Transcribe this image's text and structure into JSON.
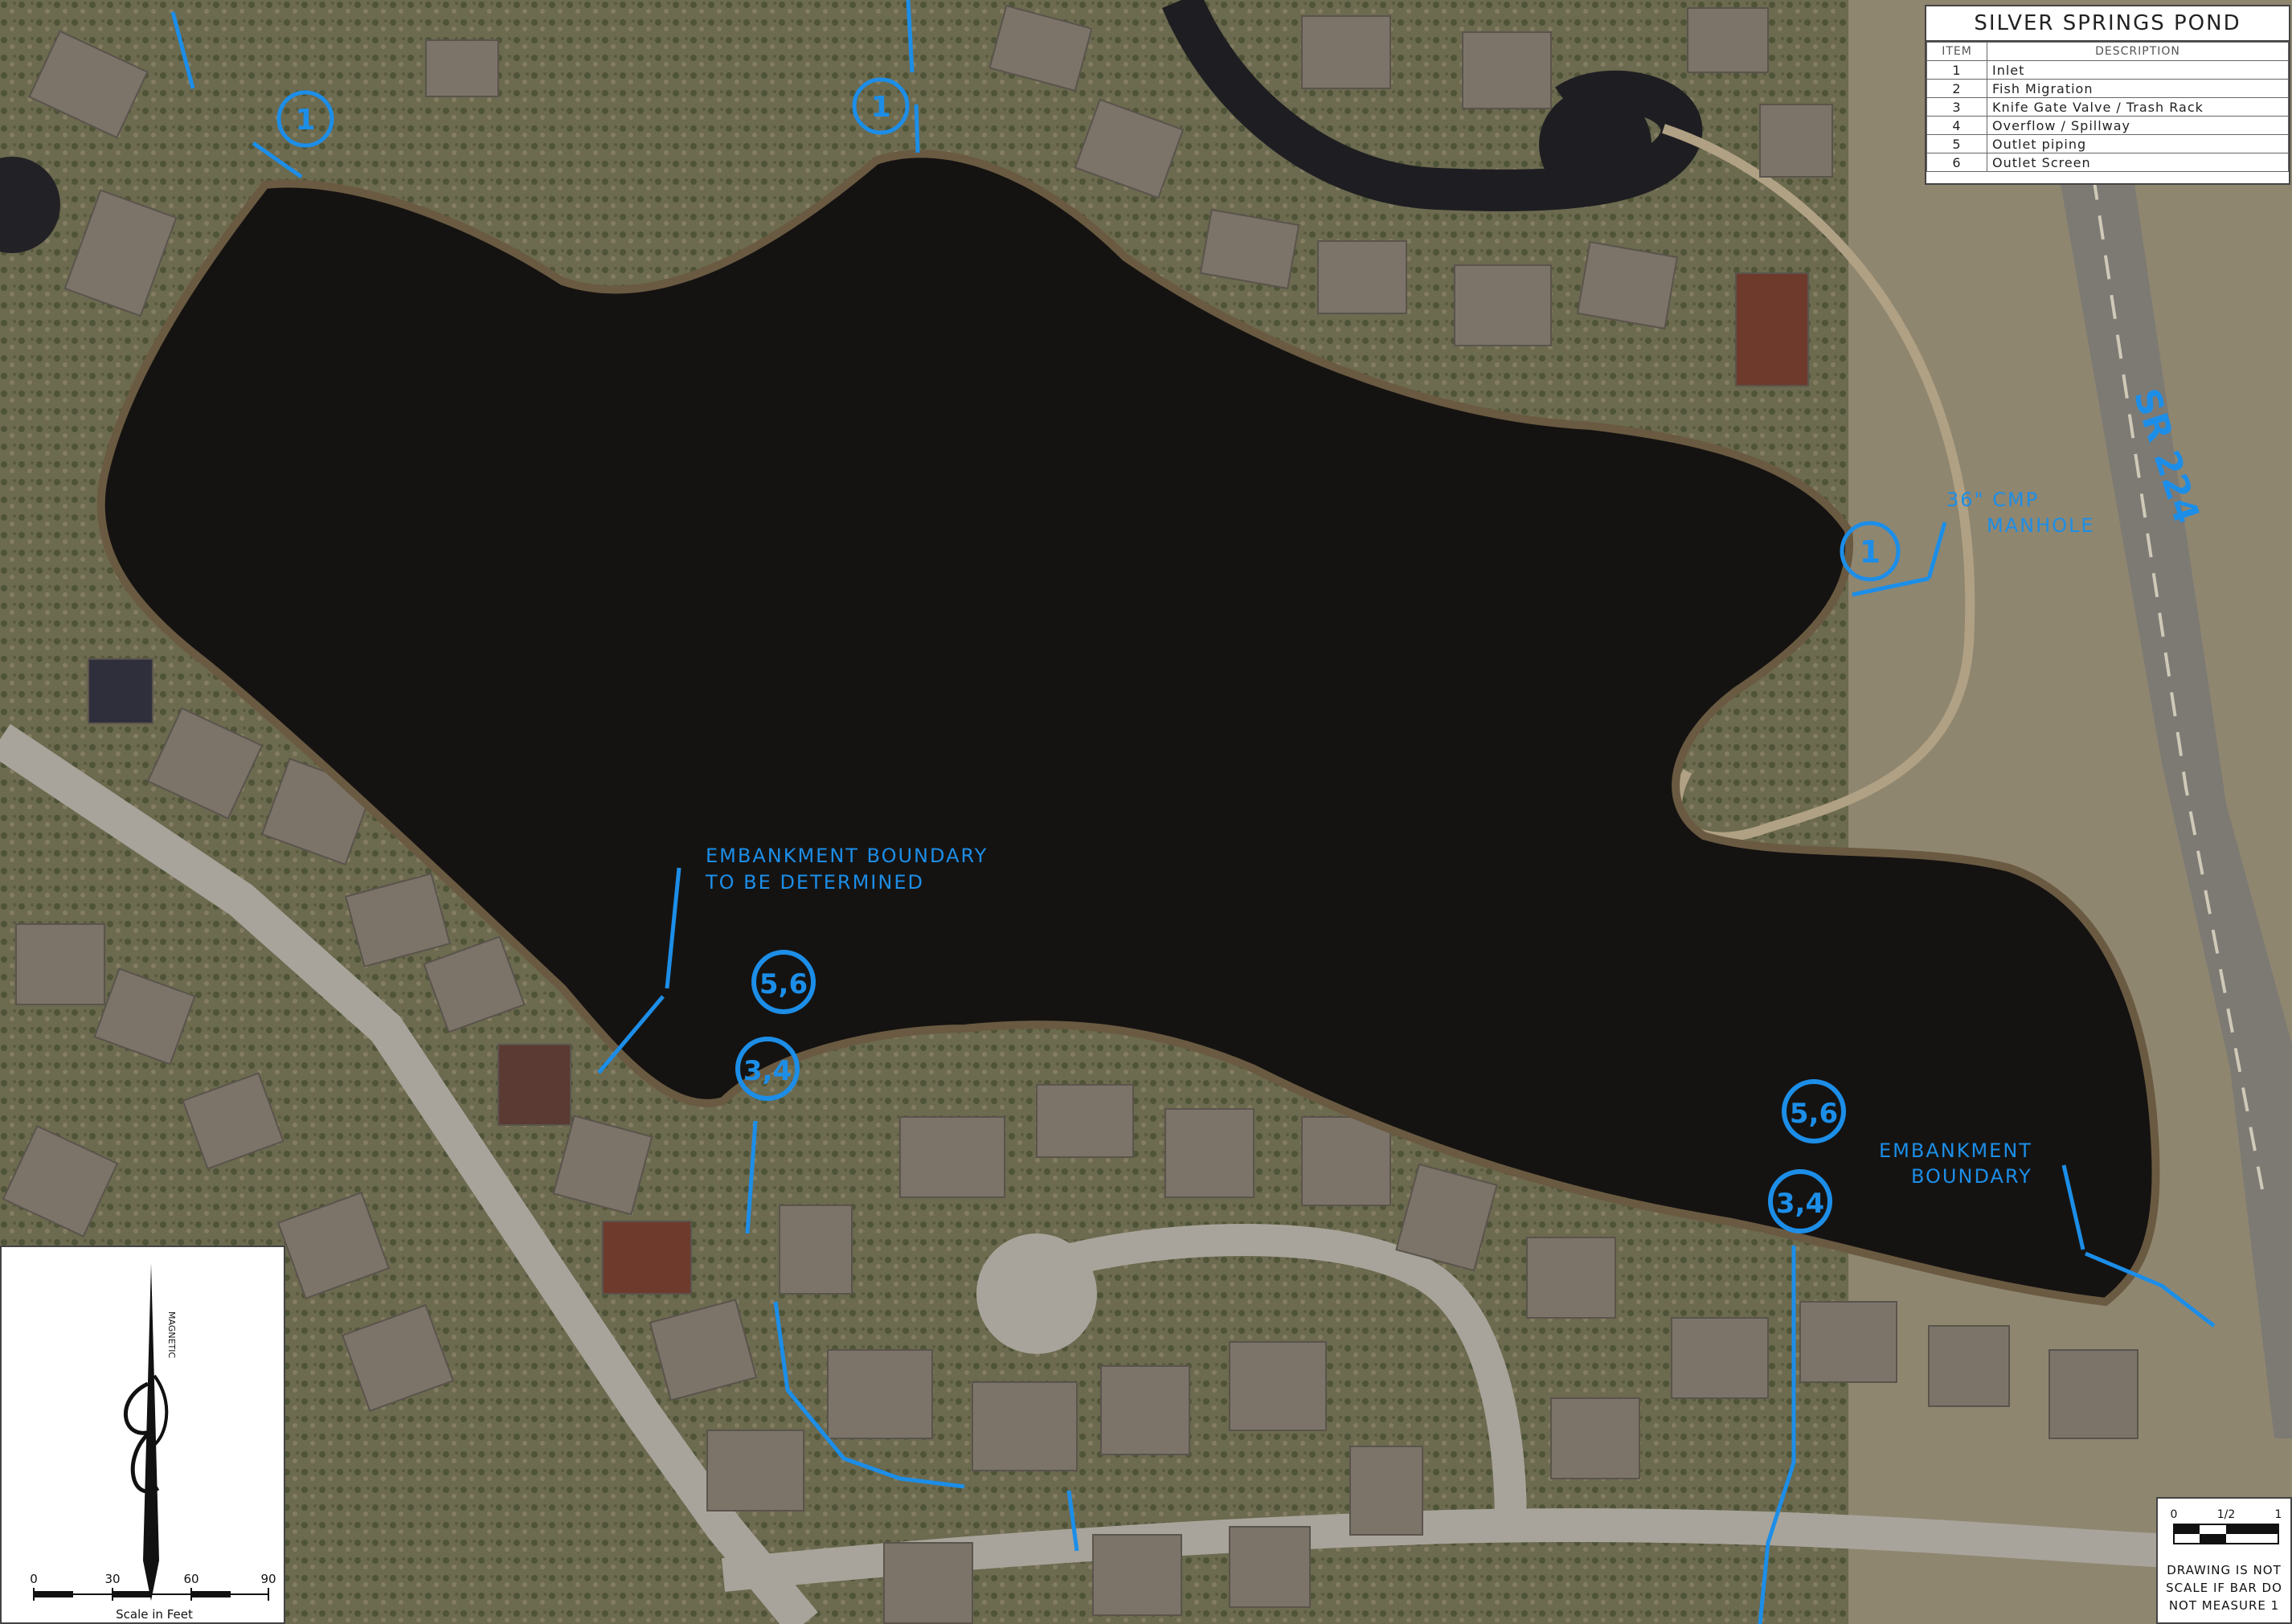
{
  "legend": {
    "title": "SILVER SPRINGS POND",
    "header_item": "ITEM",
    "header_description": "DESCRIPTION",
    "rows": [
      {
        "item": "1",
        "description": "Inlet"
      },
      {
        "item": "2",
        "description": "Fish Migration"
      },
      {
        "item": "3",
        "description": "Knife Gate Valve / Trash Rack"
      },
      {
        "item": "4",
        "description": "Overflow / Spillway"
      },
      {
        "item": "5",
        "description": "Outlet piping"
      },
      {
        "item": "6",
        "description": "Outlet Screen"
      }
    ]
  },
  "markers": {
    "inlet_nw": "1",
    "inlet_n": "1",
    "inlet_e": "1",
    "outlet_w_top": "5,6",
    "outlet_w_bottom": "3,4",
    "outlet_s_top": "5,6",
    "outlet_s_bottom": "3,4"
  },
  "annotations": {
    "cmp_line1": "36\" CMP",
    "cmp_line2": "MANHOLE",
    "embankment_tbd_line1": "EMBANKMENT BOUNDARY",
    "embankment_tbd_line2": "TO BE DETERMINED",
    "embankment_line1": "EMBANKMENT",
    "embankment_line2": "BOUNDARY",
    "highway": "SR 224"
  },
  "scale_bar": {
    "ticks": [
      "0",
      "30",
      "60",
      "90"
    ],
    "label": "Scale in Feet"
  },
  "north_arrow": {
    "label": "MAGNETIC"
  },
  "scale_note": {
    "ticks": [
      "0",
      "1/2",
      "1"
    ],
    "line1": "DRAWING IS NOT",
    "line2": "SCALE IF BAR DO",
    "line3": "NOT MEASURE 1"
  },
  "colors": {
    "water": "#151311",
    "markup_blue": "#1c8ee8",
    "ground": "#6f6a52",
    "road": "#a8a49b",
    "roof": "#7c7469"
  }
}
